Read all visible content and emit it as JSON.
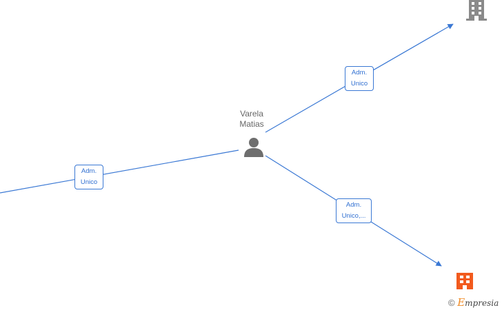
{
  "person": {
    "name_line1": "Varela",
    "name_line2": "Matias"
  },
  "edges": [
    {
      "id": "left",
      "label_line1": "Adm.",
      "label_line2": "Unico"
    },
    {
      "id": "top-right",
      "label_line1": "Adm.",
      "label_line2": "Unico"
    },
    {
      "id": "bottom-right",
      "label_line1": "Adm.",
      "label_line2": "Unico,..."
    }
  ],
  "nodes": {
    "company_top": {
      "icon": "building-icon",
      "color": "#8a8a8a"
    },
    "company_bottom": {
      "icon": "building-icon",
      "color": "#f25a1d"
    },
    "person": {
      "icon": "person-icon",
      "color": "#6e6e6e"
    }
  },
  "colors": {
    "edge": "#3a78d4",
    "label_text": "#2f6fd1"
  },
  "watermark": {
    "copyright": "©",
    "brand_initial": "E",
    "brand_rest": "mpresia"
  }
}
